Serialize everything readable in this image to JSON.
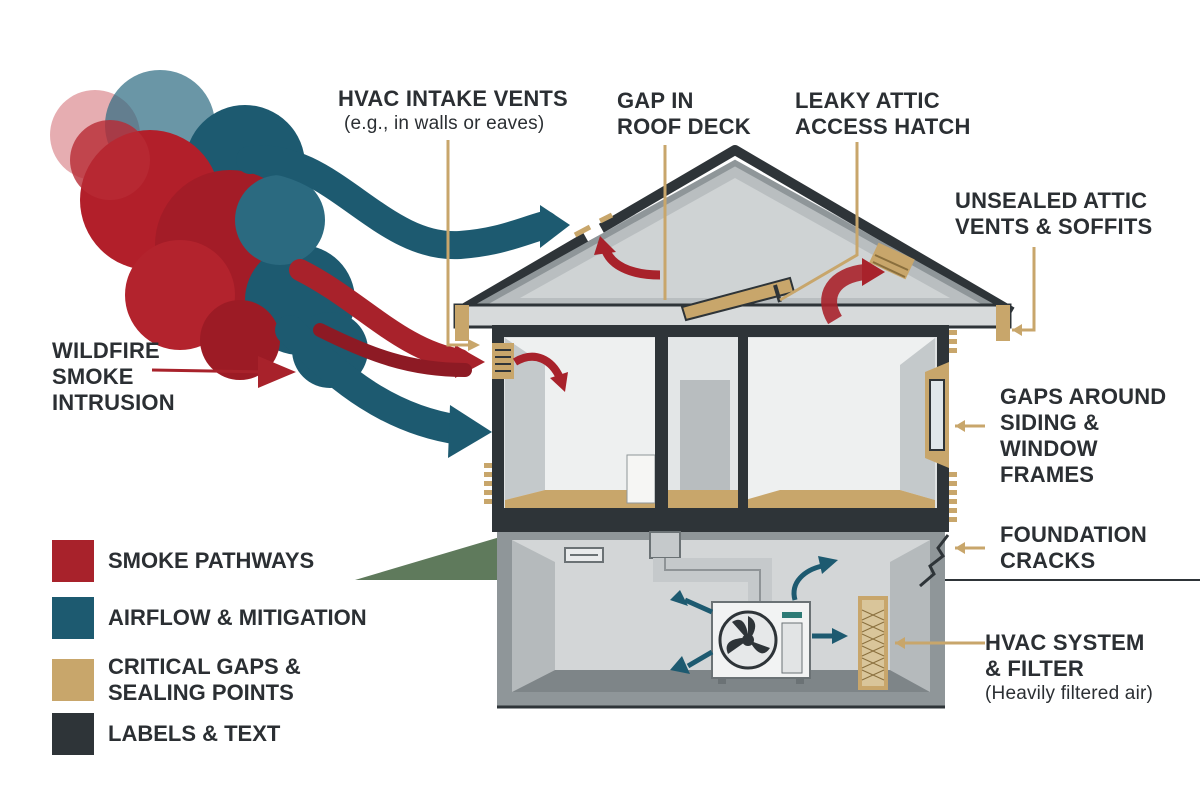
{
  "labels": {
    "hvac_intake": {
      "title": "HVAC INTAKE VENTS",
      "subtitle": "(e.g., in walls or eaves)"
    },
    "roof_gap": {
      "line1": "GAP IN",
      "line2": "ROOF DECK"
    },
    "attic_hatch": {
      "line1": "LEAKY ATTIC",
      "line2": "ACCESS HATCH"
    },
    "attic_vents": {
      "line1": "UNSEALED ATTIC",
      "line2": "VENTS & SOFFITS"
    },
    "wildfire": {
      "line1": "WILDFIRE",
      "line2": "SMOKE",
      "line3": "INTRUSION"
    },
    "siding": {
      "line1": "GAPS AROUND",
      "line2": "SIDING &",
      "line3": "WINDOW",
      "line4": "FRAMES"
    },
    "foundation": {
      "line1": "FOUNDATION",
      "line2": "CRACKS"
    },
    "hvac_system": {
      "line1": "HVAC SYSTEM",
      "line2": "& FILTER",
      "sub": "(Heavily filtered air)"
    }
  },
  "legend": [
    {
      "label": "SMOKE PATHWAYS",
      "color": "#a8222b"
    },
    {
      "label": "AIRFLOW & MITIGATION",
      "color": "#1d5a70"
    },
    {
      "label": "CRITICAL GAPS &",
      "label2": "SEALING POINTS",
      "color": "#c8a66b"
    },
    {
      "label": "LABELS & TEXT",
      "color": "#2e3438"
    }
  ],
  "colors": {
    "smoke": "#a8222b",
    "airflow": "#1d5a70",
    "gaps": "#c8a66b",
    "text": "#2e3438",
    "wall": "#8f9699",
    "grass": "#5f7a5c"
  }
}
